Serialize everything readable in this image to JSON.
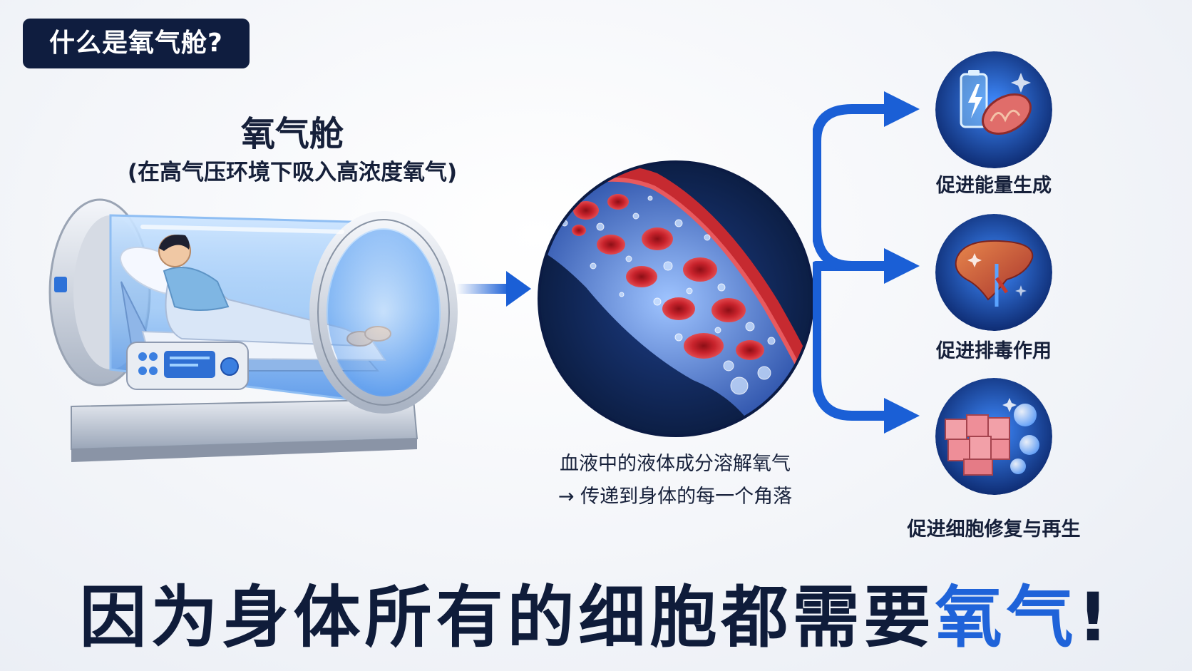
{
  "badge": {
    "text": "什么是氧气舱?"
  },
  "chamber": {
    "title": "氧气舱",
    "subtitle": "(在高气压环境下吸入高浓度氧气)"
  },
  "blood": {
    "caption_line1": "血液中的液体成分溶解氧气",
    "caption_line2": "→ 传递到身体的每一个角落"
  },
  "benefits": [
    {
      "label": "促进能量生成",
      "icon": "battery-mitochondria-icon"
    },
    {
      "label": "促进排毒作用",
      "icon": "liver-icon"
    },
    {
      "label": "促进细胞修复与再生",
      "icon": "tissue-cells-icon"
    }
  ],
  "headline": {
    "main": "因为身体所有的细胞都需要",
    "accent": "氧气",
    "end": "!"
  },
  "colors": {
    "navy": "#0f1d3f",
    "accent_blue": "#1f63d9",
    "arrow_blue": "#1a5fd6",
    "blood_red": "#c8232c"
  }
}
